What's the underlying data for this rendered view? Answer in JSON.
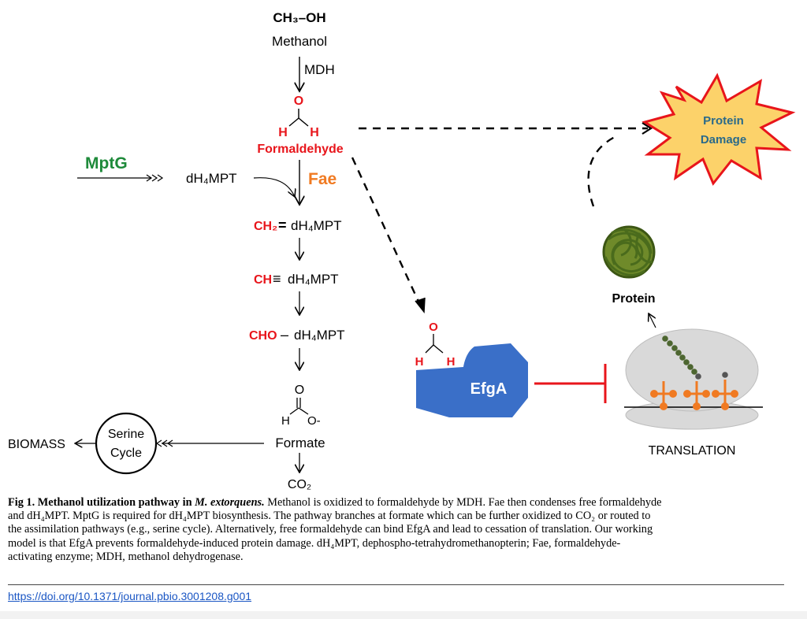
{
  "diagram": {
    "methanol_formula": "CH₃–OH",
    "methanol_label": "Methanol",
    "mdh_label": "MDH",
    "formaldehyde_o": "O",
    "formaldehyde_h_left": "H",
    "formaldehyde_h_right": "H",
    "formaldehyde_label": "Formaldehyde",
    "mptg_label": "MptG",
    "dh4mpt_label": "dH₄MPT",
    "fae_label": "Fae",
    "ch2_prefix": "CH₂",
    "ch2_bond": "=",
    "ch2_suffix": "dH₄MPT",
    "ch_prefix": "CH",
    "ch_bond": "≡",
    "ch_suffix": "dH₄MPT",
    "cho_prefix": "CHO",
    "cho_bond": "–",
    "cho_suffix": "dH₄MPT",
    "formate_o": "O",
    "formate_h": "H",
    "formate_ominus": "O-",
    "formate_label": "Formate",
    "co2_label": "CO₂",
    "serine_line1": "Serine",
    "serine_line2": "Cycle",
    "biomass_label": "BIOMASS",
    "efga_o": "O",
    "efga_h_left": "H",
    "efga_h_right": "H",
    "efga_label": "EfgA",
    "protein_damage_line1": "Protein",
    "protein_damage_line2": "Damage",
    "protein_label": "Protein",
    "translation_label": "TRANSLATION",
    "colors": {
      "red": "#e8151b",
      "green": "#1e8a3a",
      "orange": "#f07a22",
      "efga_blue": "#3a6fc8",
      "star_fill": "#fcd26a",
      "star_stroke": "#e8151b",
      "star_text": "#2a6a8a",
      "ribosome_gray": "#d9d9d9",
      "protein_green": "#4a6b1c",
      "trna_orange": "#f07a22"
    }
  },
  "caption": {
    "fig_label": "Fig 1. Methanol utilization pathway in ",
    "fig_organism": "M. extorquens.",
    "body": [
      " Methanol is oxidized to formaldehyde by MDH. Fae then condenses free formaldehyde",
      "and dH₄MPT. MptG is required for dH₄MPT biosynthesis. The pathway branches at formate which can be further oxidized to CO₂ or routed to",
      "the assimilation pathways (e.g., serine cycle). Alternatively, free formaldehyde can bind EfgA and lead to cessation of translation. Our working",
      "model is that EfgA prevents formaldehyde-induced protein damage. dH₄MPT, dephospho-tetrahydromethanopterin; Fae, formaldehyde-",
      "activating enzyme; MDH, methanol dehydrogenase."
    ]
  },
  "doi": "https://doi.org/10.1371/journal.pbio.3001208.g001"
}
